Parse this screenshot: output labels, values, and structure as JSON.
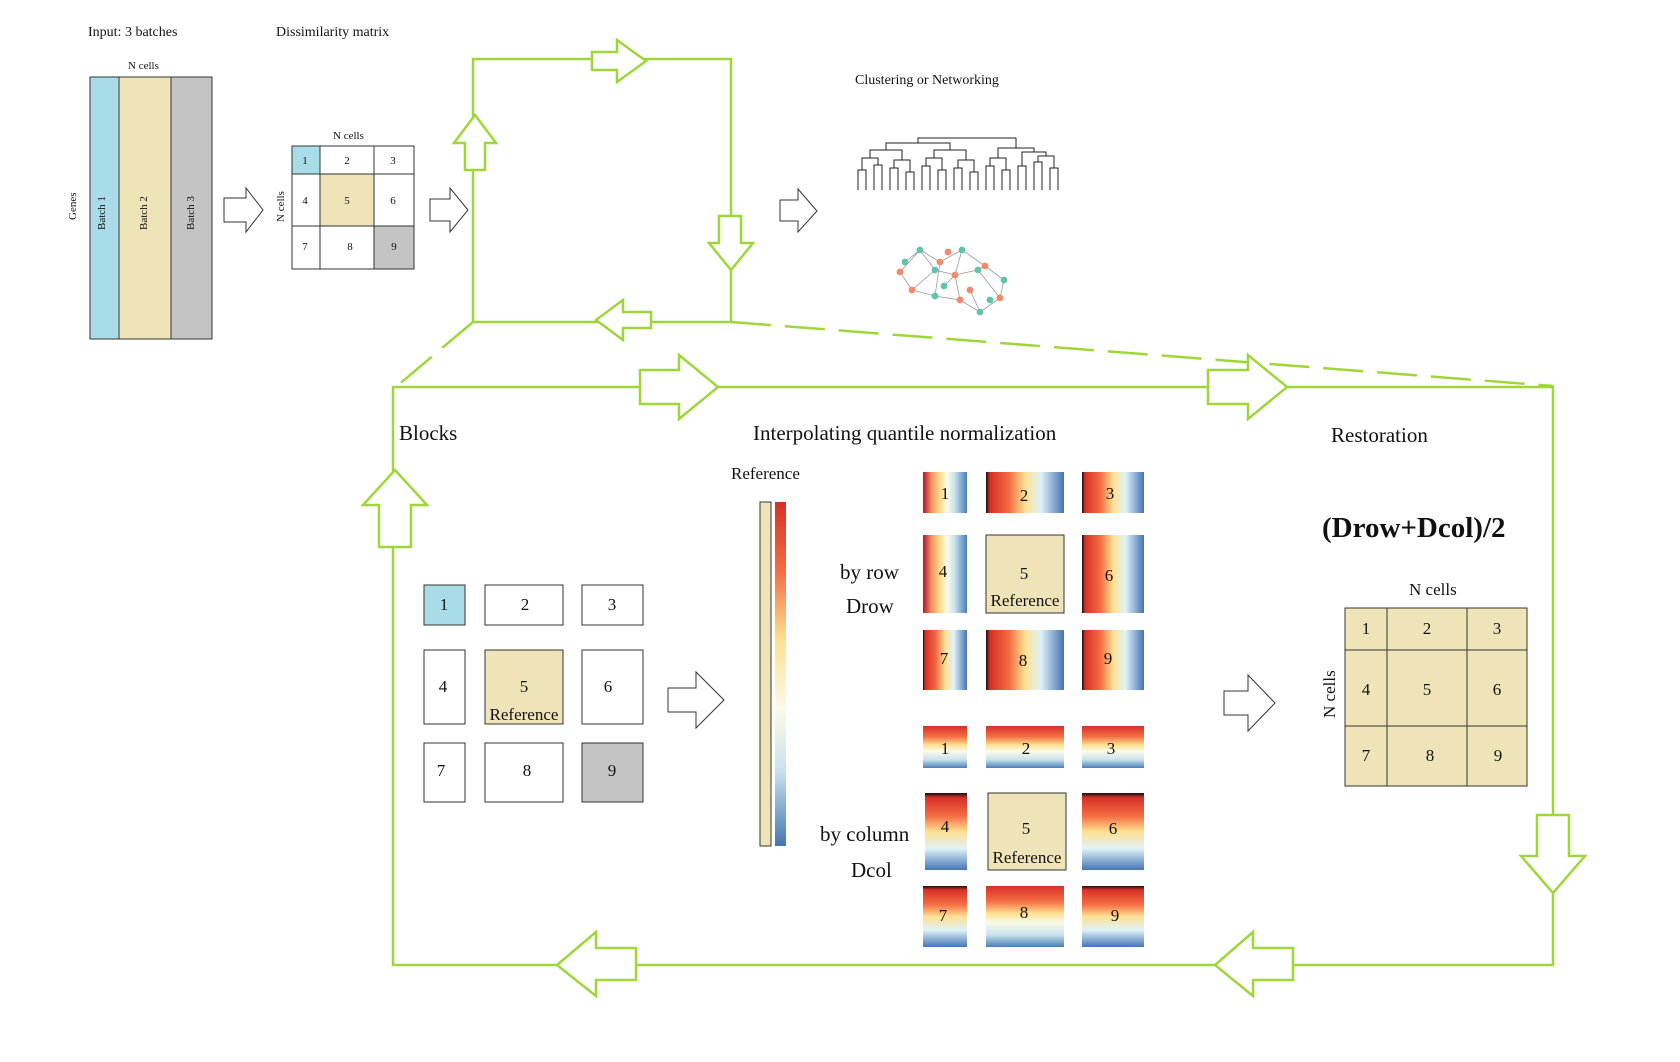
{
  "top": {
    "input_title": "Input: 3 batches",
    "n_cells": "N cells",
    "genes": "Genes",
    "batches": [
      "Batch 1",
      "Batch 2",
      "Batch 3"
    ],
    "dissim_title": "Dissimilarity matrix",
    "dissim_cells": [
      "1",
      "2",
      "3",
      "4",
      "5",
      "6",
      "7",
      "8",
      "9"
    ],
    "clustering_title": "Clustering or Networking"
  },
  "bottom": {
    "blocks_title": "Blocks",
    "iqn_title": "Interpolating quantile normalization",
    "restoration_title": "Restoration",
    "reference_label": "Reference",
    "block_cells": [
      "1",
      "2",
      "3",
      "4",
      "5",
      "6",
      "7",
      "8",
      "9"
    ],
    "by_row": "by row",
    "drow": "Drow",
    "by_column": "by column",
    "dcol": "Dcol",
    "formula": "(Drow+Dcol)/2",
    "n_cells": "N cells",
    "restored_cells": [
      "1",
      "2",
      "3",
      "4",
      "5",
      "6",
      "7",
      "8",
      "9"
    ]
  },
  "colors": {
    "batch1": "#a8dce8",
    "batch2": "#efe4b8",
    "batch3": "#c4c4c4",
    "reference": "#efe4b8",
    "flow_green": "#9fd63a"
  }
}
